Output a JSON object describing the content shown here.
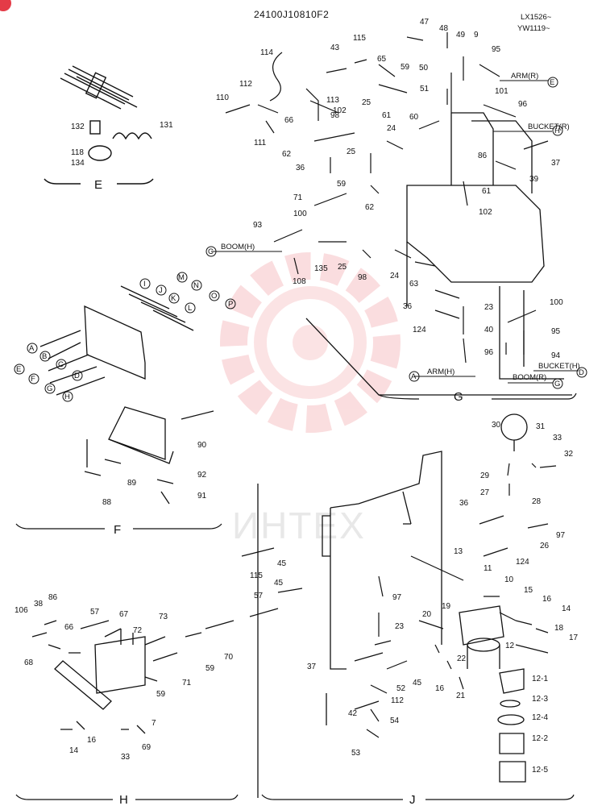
{
  "doc": {
    "title": "24100J10810F2",
    "serial_1": "LX1526~",
    "serial_2": "YW1119~",
    "watermark": "ИНТЕХ"
  },
  "sections": {
    "E": "E",
    "F": "F",
    "G": "G",
    "H": "H",
    "J": "J"
  },
  "port_tags": {
    "arm_r": "ARM(R)",
    "bucket_r": "BUCKET(R)",
    "boom_h": "BOOM(H)",
    "arm_h": "ARM(H)",
    "bucket_h": "BUCKET(H)",
    "boom_r": "BOOM(R)"
  },
  "circle_letters": [
    "A",
    "B",
    "C",
    "D",
    "E",
    "F",
    "G",
    "H",
    "I",
    "J",
    "K",
    "L",
    "M",
    "N",
    "O",
    "P"
  ],
  "callouts_E": [
    "132",
    "131",
    "118",
    "134"
  ],
  "callouts_F": [
    "90",
    "89",
    "88",
    "92",
    "91"
  ],
  "callouts_G": [
    "47",
    "48",
    "49",
    "9",
    "95",
    "43",
    "115",
    "114",
    "112",
    "110",
    "111",
    "113",
    "66",
    "102",
    "65",
    "59",
    "25",
    "61",
    "24",
    "60",
    "50",
    "51",
    "101",
    "96",
    "62",
    "98",
    "36",
    "25",
    "86",
    "37",
    "39",
    "71",
    "59",
    "62",
    "61",
    "102",
    "100",
    "93",
    "135",
    "25",
    "108",
    "98",
    "24",
    "63",
    "36",
    "23",
    "100",
    "124",
    "40",
    "95",
    "96",
    "94"
  ],
  "callouts_H": [
    "106",
    "38",
    "86",
    "57",
    "67",
    "73",
    "72",
    "66",
    "59",
    "71",
    "70",
    "68",
    "16",
    "14",
    "33",
    "69",
    "7",
    "59"
  ],
  "callouts_J": [
    "30",
    "31",
    "33",
    "32",
    "29",
    "27",
    "28",
    "36",
    "97",
    "26",
    "124",
    "45",
    "115",
    "45",
    "57",
    "13",
    "11",
    "10",
    "15",
    "16",
    "14",
    "97",
    "19",
    "20",
    "18",
    "17",
    "12",
    "23",
    "22",
    "37",
    "52",
    "45",
    "16",
    "21",
    "112",
    "12-1",
    "12-3",
    "42",
    "54",
    "12-4",
    "12-2",
    "53",
    "12-5"
  ]
}
